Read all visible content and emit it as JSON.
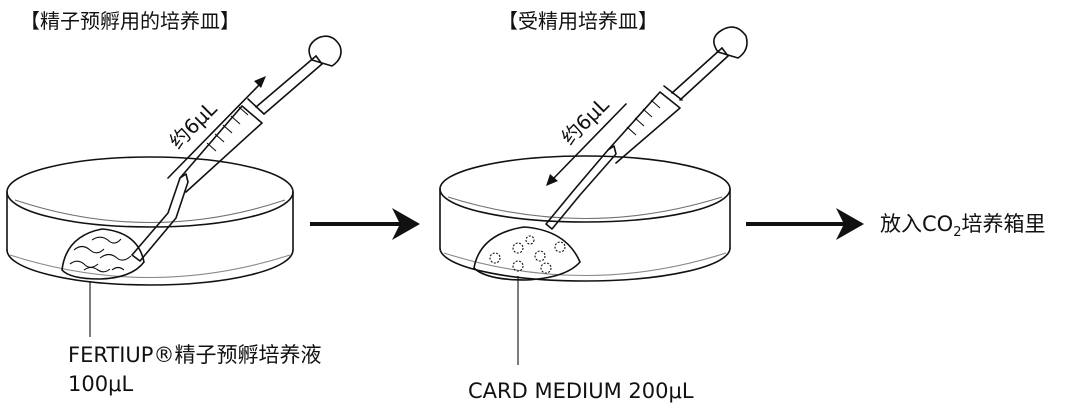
{
  "left_panel": {
    "title": "【精子预孵用的培养皿】",
    "volume_label": "约6μL",
    "medium_label_line1": "FERTIUP®精子预孵培养液",
    "medium_label_line2": "100μL"
  },
  "right_panel": {
    "title": "【受精用培养皿】",
    "volume_label": "约6μL",
    "medium_label": "CARD MEDIUM 200μL"
  },
  "destination": {
    "prefix": "放入CO",
    "subscript": "2",
    "suffix": "培养箱里"
  }
}
